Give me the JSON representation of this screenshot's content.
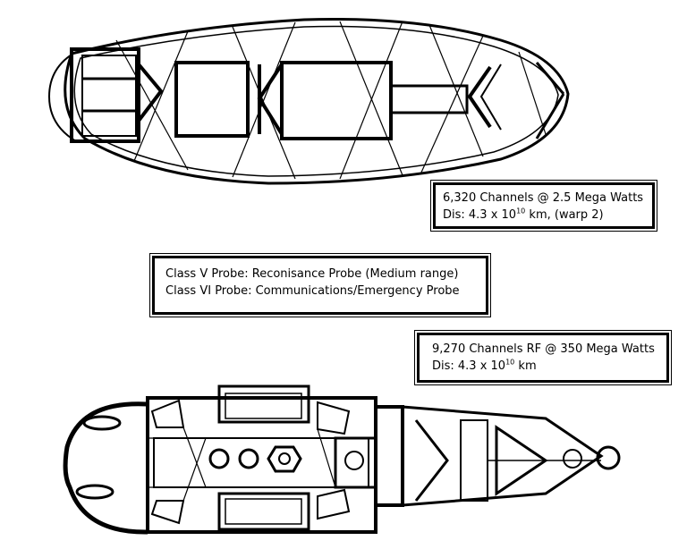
{
  "boxes": {
    "probe5_spec": {
      "line1": "6,320 Channels @ 2.5 Mega Watts",
      "line2_prefix": "Dis: 4.3 x 10",
      "line2_exp": "10",
      "line2_suffix": " km, (warp 2)"
    },
    "legend": {
      "line1": "Class V Probe: Reconisance Probe (Medium range)",
      "line2": "Class VI Probe: Communications/Emergency Probe"
    },
    "probe6_spec": {
      "line1": "9,270 Channels RF @ 350 Mega Watts",
      "line2_prefix": "Dis: 4.3 x 10",
      "line2_exp": "10",
      "line2_suffix": " km"
    }
  }
}
